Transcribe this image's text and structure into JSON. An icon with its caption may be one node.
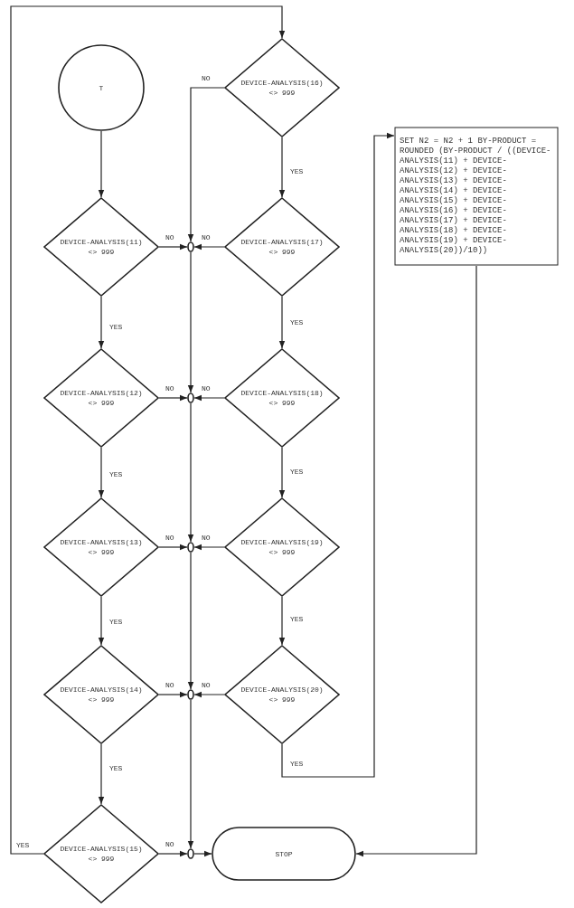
{
  "diagram": {
    "nodes": [
      {
        "text": [
          "T"
        ]
      },
      {
        "text": [
          "DEVICE-ANALYSIS(11) <> 999"
        ]
      },
      {
        "text": [
          "DEVICE-ANALYSIS(12) <> 999"
        ]
      },
      {
        "text": [
          "DEVICE-ANALYSIS(13) <> 999"
        ]
      },
      {
        "text": [
          "DEVICE-ANALYSIS(14) <> 999"
        ]
      },
      {
        "text": [
          "DEVICE-ANALYSIS(15) <> 999"
        ]
      },
      {
        "text": [
          "DEVICE-ANALYSIS(16) <> 999"
        ]
      },
      {
        "text": [
          "DEVICE-ANALYSIS(17) <> 999"
        ]
      },
      {
        "text": [
          "DEVICE-ANALYSIS(18) <> 999"
        ]
      },
      {
        "text": [
          "DEVICE-ANALYSIS(19) <> 999"
        ]
      },
      {
        "text": [
          "DEVICE-ANALYSIS(20) <> 999"
        ]
      },
      {
        "text": [
          "SET N2 = N2 + 1 BY-PRODUCT = ROUNDED (BY-PRODUCT / ((DEVICE-ANALYSIS(11) + DEVICE-ANALYSIS(12) + DEVICE-ANALYSIS(13) + DEVICE-ANALYSIS(14) + DEVICE-ANALYSIS(15) + DEVICE-ANALYSIS(16) + DEVICE-ANALYSIS(17) + DEVICE-ANALYSIS(18) + DEVICE-ANALYSIS(19) + DEVICE-ANALYSIS(20))/10))"
        ]
      },
      {
        "text": [
          "STOP"
        ]
      },
      {
        "text": [],
        "shape": "circle"
      },
      {
        "text": [],
        "shape": "circle"
      },
      {
        "text": [],
        "shape": "circle"
      },
      {
        "text": [],
        "shape": "circle"
      },
      {
        "text": [],
        "shape": "circle"
      }
    ],
    "edges": [
      {
        "from": 0,
        "to": 1,
        "arrow": "to"
      },
      {
        "from": 1,
        "to": 2,
        "arrow": "to",
        "label": "YES"
      },
      {
        "from": 2,
        "to": 3,
        "arrow": "to",
        "label": "YES"
      },
      {
        "from": 3,
        "to": 4,
        "arrow": "to",
        "label": "YES"
      },
      {
        "from": 4,
        "to": 5,
        "arrow": "to",
        "label": "YES"
      },
      {
        "from": 5,
        "to": 6,
        "arrow": "to",
        "label": "YES"
      },
      {
        "from": 6,
        "to": 7,
        "arrow": "to",
        "label": "YES"
      },
      {
        "from": 7,
        "to": 8,
        "arrow": "to",
        "label": "YES"
      },
      {
        "from": 8,
        "to": 9,
        "arrow": "to",
        "label": "YES"
      },
      {
        "from": 9,
        "to": 10,
        "arrow": "to",
        "label": "YES"
      },
      {
        "from": 10,
        "to": 11,
        "arrow": "to",
        "label": "YES"
      },
      {
        "from": 11,
        "to": 12,
        "arrow": "to"
      },
      {
        "from": 1,
        "to": 13,
        "arrow": "to",
        "label": "NO"
      },
      {
        "from": 7,
        "to": 13,
        "arrow": "to",
        "label": "NO"
      },
      {
        "from": 6,
        "to": 13,
        "arrow": "to",
        "label": "NO"
      },
      {
        "from": 2,
        "to": 14,
        "arrow": "to",
        "label": "NO"
      },
      {
        "from": 8,
        "to": 14,
        "arrow": "to",
        "label": "NO"
      },
      {
        "from": 13,
        "to": 14,
        "arrow": "to"
      },
      {
        "from": 3,
        "to": 15,
        "arrow": "to",
        "label": "NO"
      },
      {
        "from": 9,
        "to": 15,
        "arrow": "to",
        "label": "NO"
      },
      {
        "from": 14,
        "to": 15,
        "arrow": "to"
      },
      {
        "from": 4,
        "to": 16,
        "arrow": "to",
        "label": "NO"
      },
      {
        "from": 10,
        "to": 16,
        "arrow": "to",
        "label": "NO"
      },
      {
        "from": 15,
        "to": 16,
        "arrow": "to"
      },
      {
        "from": 5,
        "to": 17,
        "arrow": "to",
        "label": "NO"
      },
      {
        "from": 16,
        "to": 17,
        "arrow": "to"
      },
      {
        "from": 17,
        "to": 12,
        "arrow": "to"
      }
    ]
  }
}
